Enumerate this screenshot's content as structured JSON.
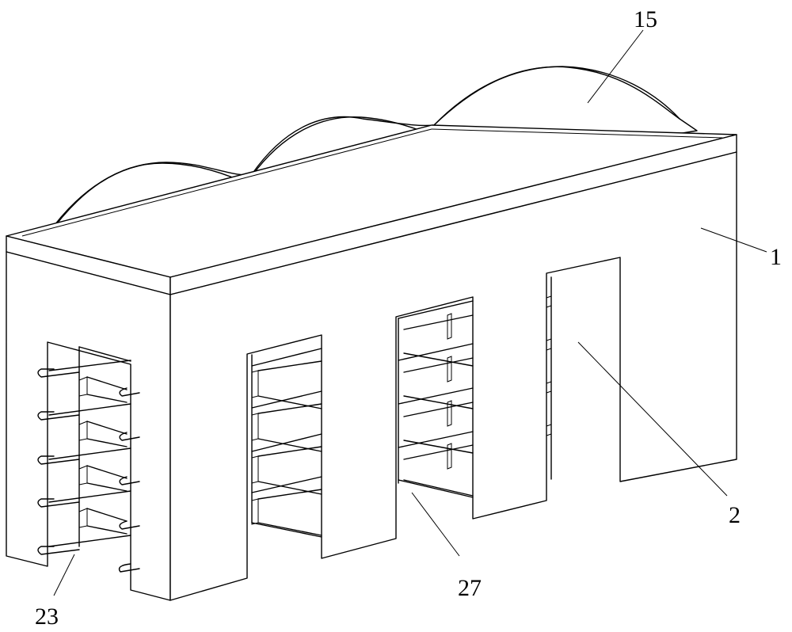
{
  "labels": {
    "roof_cover": "15",
    "housing": "1",
    "door": "2",
    "shelf": "27",
    "hooks": "23"
  }
}
